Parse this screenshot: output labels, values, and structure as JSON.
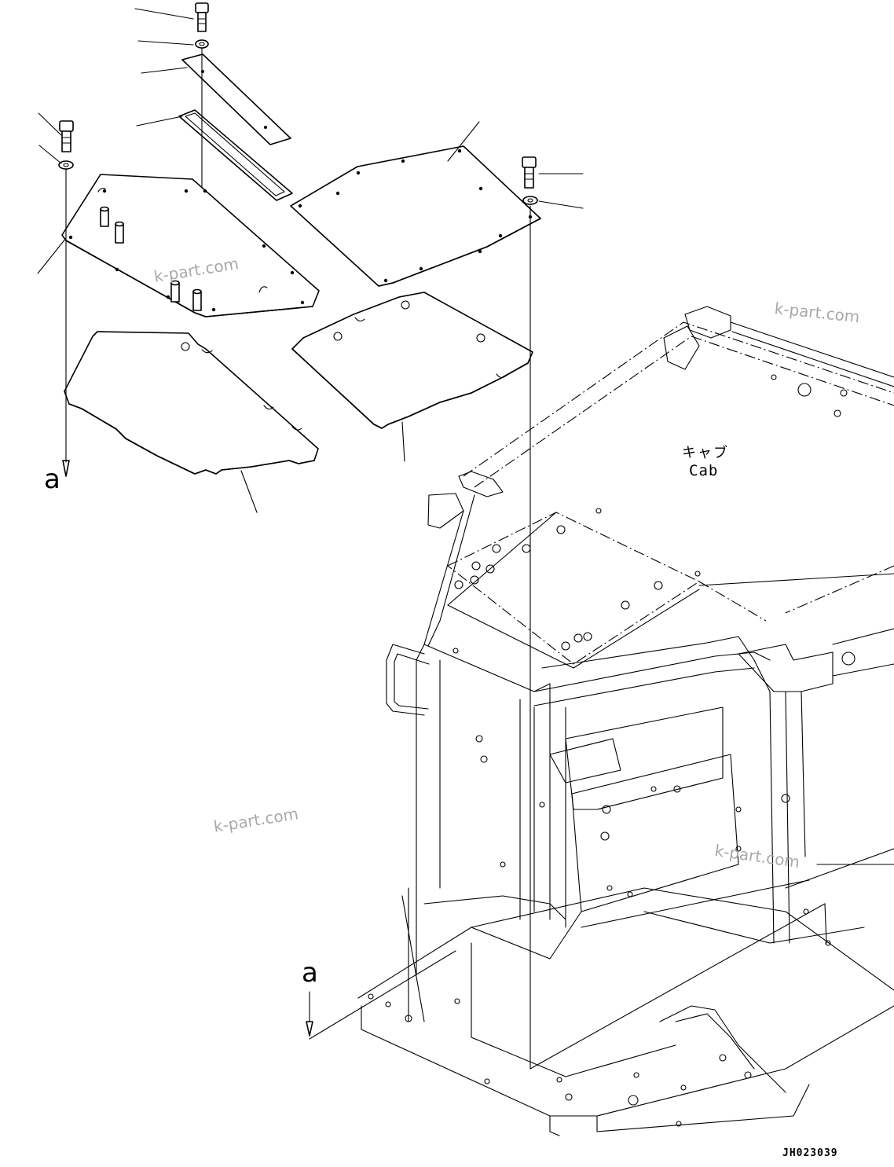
{
  "figure": {
    "cab_label_jp": "キャブ",
    "cab_label_en": "Cab",
    "view_arrow_top": "a",
    "view_arrow_bottom": "a",
    "drawing_code": "JH023039"
  },
  "watermarks": [
    "k-part.com",
    "k-part.com",
    "k-part.com",
    "k-part.com"
  ]
}
